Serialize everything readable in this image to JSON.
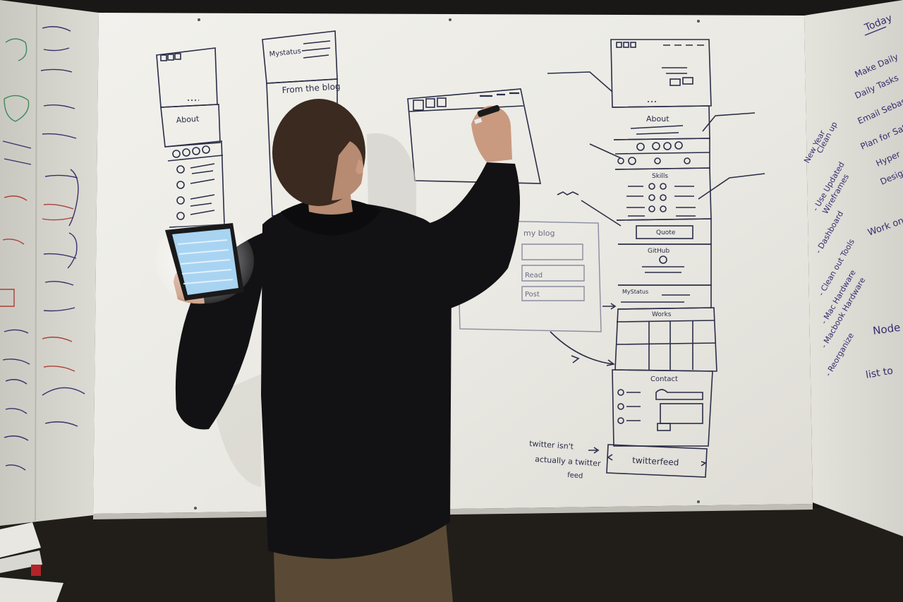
{
  "scene": {
    "description_labels": {
      "wall_left": "left-side-whiteboard",
      "wall_center": "main-whiteboard",
      "wall_right": "right-side-whiteboard"
    }
  },
  "wireframe_1": {
    "about": "About"
  },
  "wireframe_2": {
    "title": "Mystatus",
    "from_blog": "From the blog"
  },
  "wireframe_center": {
    "blog_label": "my blog",
    "field_1": "Read",
    "field_2": "Post"
  },
  "wireframe_main": {
    "about": "About",
    "skills": "Skills",
    "quote": "Quote",
    "github": "GitHub",
    "mystatus": "MyStatus",
    "works": "Works",
    "contact": "Contact",
    "twitter_feed": "twitterfeed"
  },
  "annotation": {
    "line1": "twitter isn't",
    "line2": "actually a twitter",
    "line3": "feed"
  },
  "right_wall": {
    "heading": "Today",
    "items": [
      "Make Daily",
      "Daily Tasks",
      "Email Sebastian",
      "Plan for Sat.",
      "Hyper",
      "Design",
      "Work on",
      "Node",
      "list to"
    ],
    "left_col": [
      "New Year",
      "Clean up",
      "- Use Updated",
      "Wireframes",
      "- Dashboard",
      "- Clean out Tools",
      "- Mac Hardware",
      "- Macbook Hardware",
      "- Reorganize"
    ]
  },
  "colors": {
    "board": "#ecebe6",
    "board_shadow": "#d9d8d2",
    "ink_blue": "#2a2d48",
    "ink_purple": "#3b2a6e",
    "ink_red": "#a8413b",
    "ink_green": "#3d8a5a",
    "hoodie": "#121214",
    "pants": "#5a4a35",
    "skin": "#c99a80",
    "hair": "#3a2a1f",
    "tablet_screen": "#a8d4f2"
  }
}
